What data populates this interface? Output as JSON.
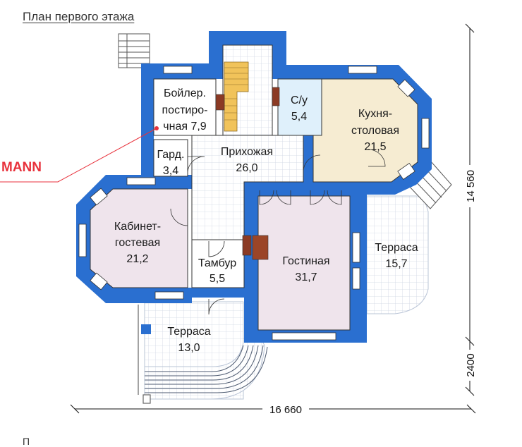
{
  "page": {
    "title": "План первого этажа",
    "bottom_text": "П"
  },
  "colors": {
    "wall": "#2a6fd0",
    "wall_dark": "#1d57b3",
    "grid_line": "#cfd6e4",
    "room_kitchen": "#f6ecd2",
    "room_pink": "#efe4ec",
    "room_bath": "#dff0fb",
    "terrace": "#ffffff",
    "brand": "#e8323c"
  },
  "brand": {
    "text": "MANN"
  },
  "rooms": {
    "boiler": [
      "Бойлер.",
      "постиро-",
      "чная 7,9"
    ],
    "bathroom": [
      "С/у",
      "5,4"
    ],
    "kitchen": [
      "Кухня-",
      "столовая",
      "21,5"
    ],
    "wardrobe": [
      "Гард.",
      "3,4"
    ],
    "hall": [
      "Прихожая",
      "26,0"
    ],
    "study": [
      "Кабинет-",
      "гостевая",
      "21,2"
    ],
    "vestibule": [
      "Тамбур",
      "5,5"
    ],
    "living": [
      "Гостиная",
      "31,7"
    ],
    "terrace_right": [
      "Терраса",
      "15,7"
    ],
    "terrace_bottom": [
      "Терраса",
      "13,0"
    ]
  },
  "dimensions": {
    "width": "16 660",
    "height_main": "14 560",
    "height_extra": "2400"
  }
}
